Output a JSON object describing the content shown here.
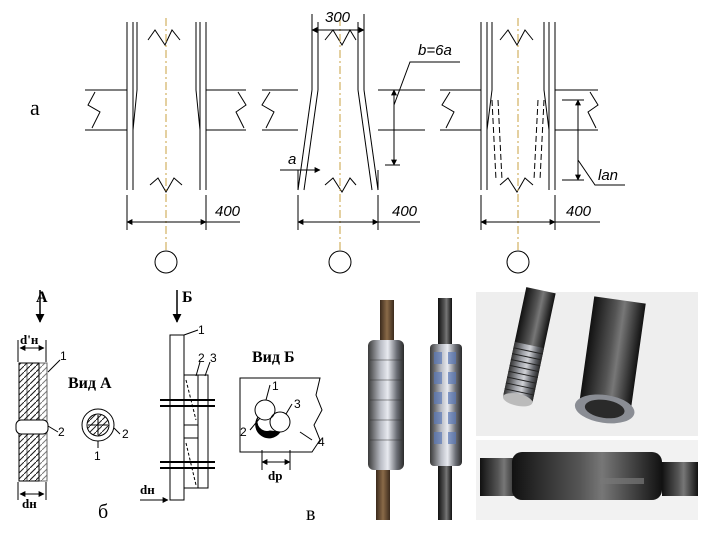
{
  "panel_labels": {
    "a": "а",
    "b": "б",
    "v": "в"
  },
  "top_drawings": {
    "dimension_300": "300",
    "dimension_b": "b=6a",
    "dimension_a": "a",
    "dimension_400_left": "400",
    "dimension_400_middle": "400",
    "dimension_400_right": "400",
    "dimension_lan": "lan"
  },
  "bottom_drawings": {
    "arrow_A": "А",
    "arrow_B": "Б",
    "view_A": "Вид А",
    "view_B": "Вид Б",
    "d_h_prime": "d'н",
    "d_h_bottom": "dн",
    "d_h_middle": "dн",
    "d_p": "dр",
    "callouts": [
      "1",
      "2",
      "2",
      "1",
      "1",
      "2",
      "3",
      "1",
      "3",
      "2",
      "4"
    ]
  },
  "photos": [
    {
      "name": "coupler-photo-1",
      "description_icon": "rebar-coupler-photo"
    },
    {
      "name": "coupler-photo-2",
      "description_icon": "rebar-coupler-photo"
    },
    {
      "name": "coupler-photo-3",
      "description_icon": "threaded-coupler-photo"
    },
    {
      "name": "coupler-photo-4",
      "description_icon": "installed-coupler-photo"
    }
  ]
}
